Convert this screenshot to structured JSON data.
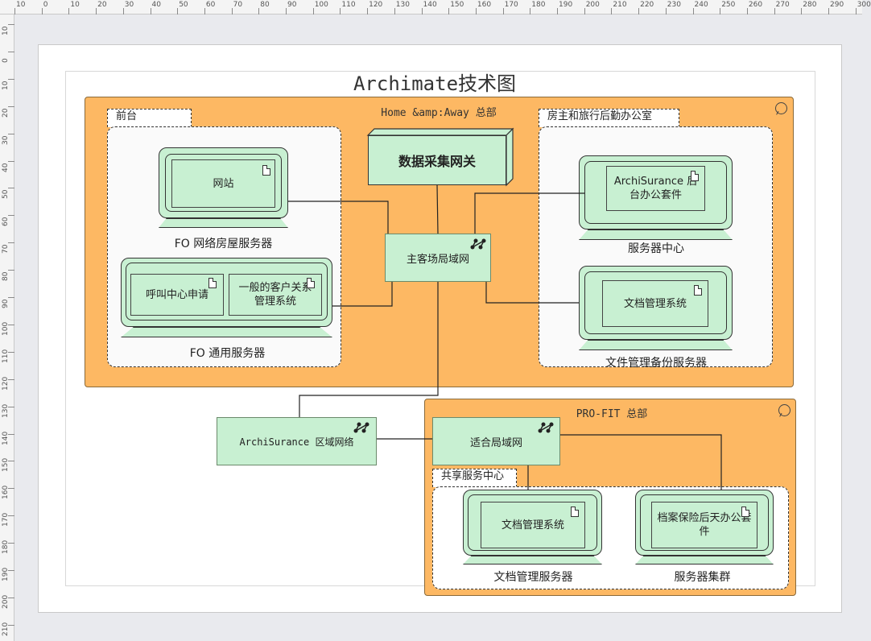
{
  "ruler": {
    "top_labels": [
      "10",
      "0",
      "10",
      "20",
      "30",
      "40",
      "50",
      "60",
      "70",
      "80",
      "90",
      "100",
      "110",
      "120",
      "130",
      "140",
      "150",
      "160",
      "170",
      "180",
      "190",
      "200",
      "210",
      "220",
      "230",
      "240",
      "250",
      "260",
      "270",
      "280",
      "290",
      "300"
    ],
    "left_labels": [
      "10",
      "0",
      "10",
      "20",
      "30",
      "40",
      "50",
      "60",
      "70",
      "80",
      "90",
      "100",
      "110",
      "120",
      "130",
      "140",
      "150",
      "160",
      "170",
      "180",
      "190",
      "200",
      "210"
    ]
  },
  "diagram": {
    "title": "Archimate技术图",
    "locations": {
      "home_away": "Home &amp:Away 总部",
      "profit": "PRO-FIT 总部"
    },
    "groups": {
      "front_desk": "前台",
      "landlord_office": "房主和旅行后勤办公室",
      "shared_service": "共享服务中心"
    },
    "nodes": {
      "gateway": "数据采集网关",
      "main_lan": "主客场局域网",
      "region_net": "ArchiSurance 区域网络",
      "fit_lan": "适合局域网"
    },
    "devices": {
      "fo_web_server": "FO 网络房屋服务器",
      "fo_general_server": "FO 通用服务器",
      "server_center": "服务器中心",
      "file_backup_server": "文件管理备份服务器",
      "doc_mgmt_server": "文档管理服务器",
      "server_cluster": "服务器集群"
    },
    "software": {
      "website": "网站",
      "call_center": "呼叫中心申请",
      "crm": "一般的客户关系管理系统",
      "archisurance_backoffice": "ArchiSurance 后台办公套件",
      "doc_mgmt_1": "文档管理系统",
      "doc_mgmt_2": "文档管理系统",
      "insurance_backoffice": "档案保险后天办公套件"
    }
  },
  "colors": {
    "location_fill": "#fdb863",
    "element_fill": "#c8f0d2",
    "canvas_bg": "#e9eaee"
  }
}
